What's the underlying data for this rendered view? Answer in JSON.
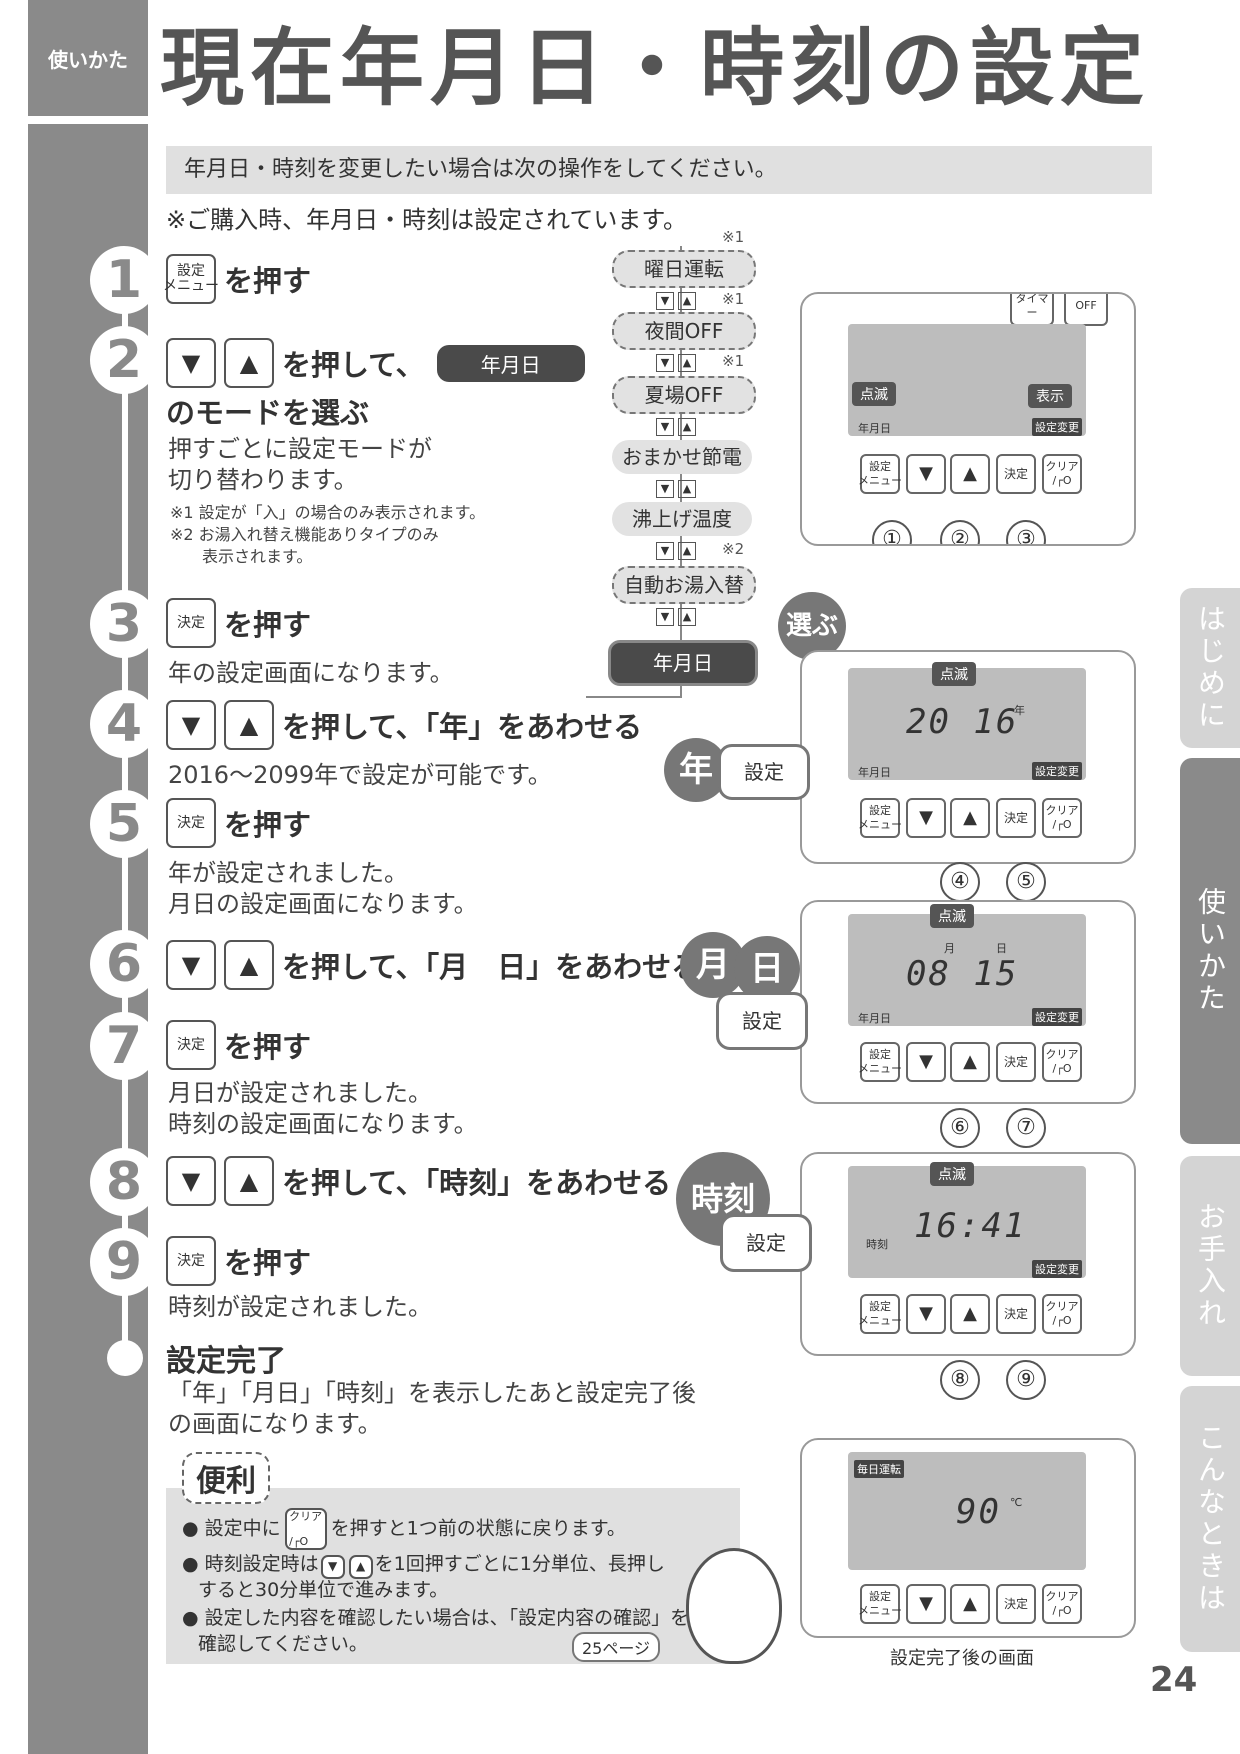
{
  "header": {
    "tag": "使いかた",
    "title": "現在年月日・時刻の設定"
  },
  "intro": "年月日・時刻を変更したい場合は次の操作をしてください。",
  "note": "※ご購入時、年月日・時刻は設定されています。",
  "keys": {
    "menu": "設定\nメニュー",
    "ok": "決定",
    "clear": "クリア\n/┌O",
    "down": "▼",
    "up": "▲"
  },
  "steps": [
    {
      "num": "1",
      "text": "を押す"
    },
    {
      "num": "2",
      "text": "を押して、",
      "pill": "年月日",
      "text2": "のモードを選ぶ",
      "body": [
        "押すごとに設定モードが",
        "切り替わります。"
      ],
      "notes": [
        "※1 設定が「入」の場合のみ表示されます。",
        "※2 お湯入れ替え機能ありタイプのみ",
        "　　表示されます。"
      ]
    },
    {
      "num": "3",
      "text": "を押す",
      "body": [
        "年の設定画面になります。"
      ]
    },
    {
      "num": "4",
      "text": "を押して、「年」をあわせる",
      "body": [
        "2016〜2099年で設定が可能です。"
      ]
    },
    {
      "num": "5",
      "text": "を押す",
      "body": [
        "年が設定されました。",
        "月日の設定画面になります。"
      ]
    },
    {
      "num": "6",
      "text": "を押して、「月　日」をあわせる"
    },
    {
      "num": "7",
      "text": "を押す",
      "body": [
        "月日が設定されました。",
        "時刻の設定画面になります。"
      ]
    },
    {
      "num": "8",
      "text": "を押して、「時刻」をあわせる"
    },
    {
      "num": "9",
      "text": "を押す",
      "body": [
        "時刻が設定されました。"
      ]
    }
  ],
  "complete": {
    "title": "設定完了",
    "body": [
      "「年」「月日」「時刻」を表示したあと設定完了後",
      "の画面になります。"
    ]
  },
  "modes": [
    "曜日運転",
    "夜間OFF",
    "夏場OFF",
    "おまかせ節電",
    "沸上げ温度",
    "自動お湯入替",
    "年月日"
  ],
  "mode_marks": {
    "m1": "※1",
    "m2": "※2"
  },
  "select_label": "選ぶ",
  "remote": {
    "blink": "点滅",
    "display": "表示",
    "setting_change": "設定変更",
    "ymd": "年月日",
    "year_unit": "年",
    "month_unit": "月",
    "day_unit": "日",
    "time_label": "時刻",
    "year_value": "20 16",
    "md_value": "08 15",
    "time_value": "16:41",
    "temp_value": "90",
    "temp_unit": "℃",
    "daily": "毎日運転",
    "top_buttons": [
      "タイマー",
      "OFF"
    ],
    "circled": [
      "①",
      "②",
      "③",
      "④",
      "⑤",
      "⑥",
      "⑦",
      "⑧",
      "⑨"
    ]
  },
  "callouts": {
    "year": "年",
    "month": "月",
    "day": "日",
    "time": "時刻",
    "set": "設定"
  },
  "caption": "設定完了後の画面",
  "benri": {
    "title": "便利",
    "items": [
      "設定中に",
      "を押すと1つ前の状態に戻ります。",
      "時刻設定時は",
      "を1回押すごとに1分単位、長押し",
      "すると30分単位で進みます。",
      "設定した内容を確認したい場合は、「設定内容の確認」を",
      "確認してください。"
    ],
    "pageref": "25ページ"
  },
  "tabs": [
    "はじめに",
    "使いかた",
    "お手入れ",
    "こんなときは"
  ],
  "page_number": "24"
}
